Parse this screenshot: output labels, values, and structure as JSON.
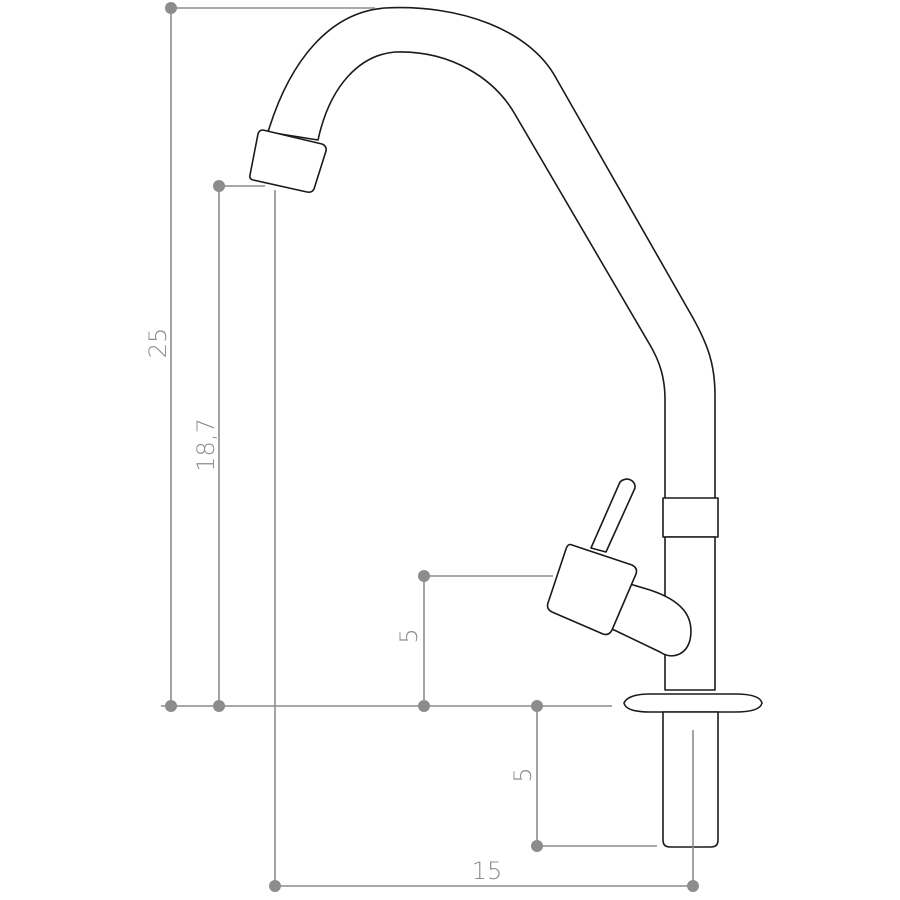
{
  "dimensions": {
    "total_height": "25",
    "spout_height": "18,7",
    "handle_height": "5",
    "shank_length": "5",
    "spout_reach": "15"
  },
  "colors": {
    "dimension": "#8c8c8c",
    "outline": "#1a1a1a"
  }
}
